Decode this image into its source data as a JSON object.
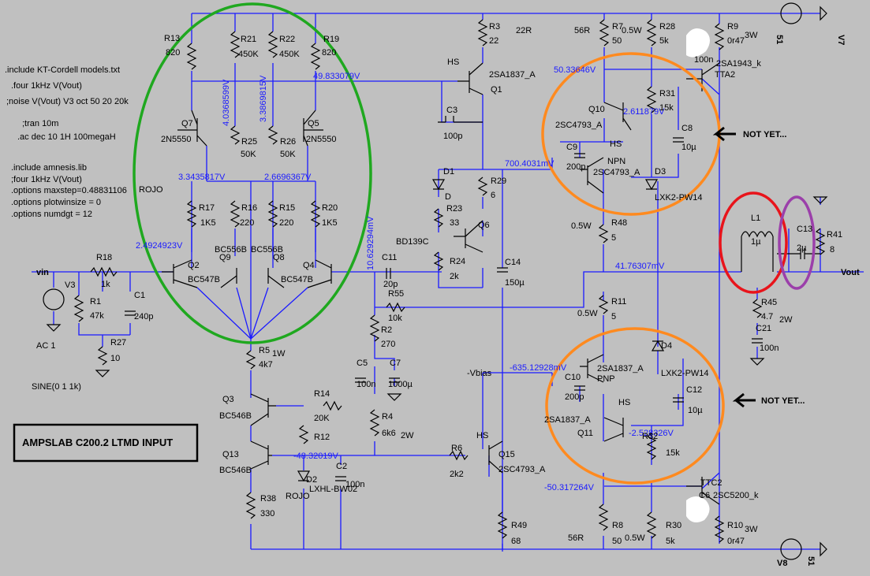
{
  "title_box": "AMPSLAB C200.2 LTMD INPUT",
  "directives": [
    ".include KT-Cordell models.txt",
    ".four 1kHz V(Vout)",
    ";noise V(Vout) V3 oct 50 20 20k",
    ";tran 10m",
    ".ac dec 10 1H 100megaH",
    ".include amnesis.lib",
    ";four 1kHz V(Vout)",
    ".options maxstep=0.48831106",
    ".options plotwinsize = 0",
    ".options numdgt = 12"
  ],
  "source_labels": {
    "vin": "vin",
    "v3": "V3",
    "ac": "AC 1",
    "sine": "SINE(0 1 1k)",
    "vbias": "-Vbias",
    "vout": "Vout",
    "v7": "V7",
    "v8": "V8",
    "v7_val": "51",
    "v8_val": "51"
  },
  "notes": {
    "not_yet_1": "NOT YET...",
    "not_yet_2": "NOT YET..."
  },
  "voltages": [
    "4.0368599V",
    "3.3869815V",
    "49.833079V",
    "3.3435817V",
    "2.6696367V",
    "2.4924923V",
    "10.629294mV",
    "700.4031mV",
    "50.33646V",
    "2.611879V",
    "41.76307mV",
    "-635.12928mV",
    "-2.528326V",
    "-48.32019V",
    "-50.317264V"
  ],
  "components": [
    {
      "ref": "R13",
      "val": "820"
    },
    {
      "ref": "R21",
      "val": "450K"
    },
    {
      "ref": "R22",
      "val": "450K"
    },
    {
      "ref": "R19",
      "val": "820"
    },
    {
      "ref": "Q7",
      "val": "2N5550"
    },
    {
      "ref": "Q5",
      "val": "2N5550"
    },
    {
      "ref": "R25",
      "val": "50K"
    },
    {
      "ref": "R26",
      "val": "50K"
    },
    {
      "ref": "R17",
      "val": "1K5"
    },
    {
      "ref": "R16",
      "val": "220"
    },
    {
      "ref": "R15",
      "val": "220"
    },
    {
      "ref": "R20",
      "val": "1K5"
    },
    {
      "ref": "Q2",
      "val": "BC547B"
    },
    {
      "ref": "Q9",
      "val": "BC556B"
    },
    {
      "ref": "Q8",
      "val": "BC556B"
    },
    {
      "ref": "Q4",
      "val": "BC547B"
    },
    {
      "ref": "R18",
      "val": "1k"
    },
    {
      "ref": "R1",
      "val": "47k"
    },
    {
      "ref": "C1",
      "val": "240p"
    },
    {
      "ref": "R27",
      "val": "10"
    },
    {
      "ref": "R5",
      "val": "4k7"
    },
    {
      "ref": "Q3",
      "val": "BC546B"
    },
    {
      "ref": "Q13",
      "val": "BC546B"
    },
    {
      "ref": "R14",
      "val": "20K"
    },
    {
      "ref": "R12",
      "val": "ROJO"
    },
    {
      "ref": "D2",
      "val": "LXHL-BW02"
    },
    {
      "ref": "C2",
      "val": "100n"
    },
    {
      "ref": "R38",
      "val": "330"
    },
    {
      "ref": "R3",
      "val": "22"
    },
    {
      "ref": "Q1",
      "val": "2SA1837_A"
    },
    {
      "ref": "C3",
      "val": "100p"
    },
    {
      "ref": "D1",
      "val": "D"
    },
    {
      "ref": "R23",
      "val": "33"
    },
    {
      "ref": "R24",
      "val": "2k"
    },
    {
      "ref": "R29",
      "val": "6"
    },
    {
      "ref": "Q6",
      "val": "BD139C"
    },
    {
      "ref": "C14",
      "val": "150µ"
    },
    {
      "ref": "C11",
      "val": "20p"
    },
    {
      "ref": "R55",
      "val": "10k"
    },
    {
      "ref": "R2",
      "val": "270"
    },
    {
      "ref": "C5",
      "val": "100n"
    },
    {
      "ref": "C7",
      "val": "1000µ"
    },
    {
      "ref": "R4",
      "val": "6k6"
    },
    {
      "ref": "R6",
      "val": "2k2"
    },
    {
      "ref": "Q15",
      "val": "2SC4793_A"
    },
    {
      "ref": "R49",
      "val": "68"
    },
    {
      "ref": "R7",
      "val": "50"
    },
    {
      "ref": "R28",
      "val": "5k"
    },
    {
      "ref": "R9",
      "val": "0r47"
    },
    {
      "ref": "Q10",
      "val": "2SC4793_A"
    },
    {
      "ref": "R31",
      "val": "15k"
    },
    {
      "ref": "C8",
      "val": "10µ"
    },
    {
      "ref": "C9",
      "val": "200p"
    },
    {
      "ref": "D3",
      "val": "LXK2-PW14"
    },
    {
      "ref": "R48",
      "val": "5"
    },
    {
      "ref": "R11",
      "val": "5"
    },
    {
      "ref": "L1",
      "val": "1µ"
    },
    {
      "ref": "C13",
      "val": "2µ"
    },
    {
      "ref": "R41",
      "val": "8"
    },
    {
      "ref": "R45",
      "val": "4.7"
    },
    {
      "ref": "C21",
      "val": "100n"
    },
    {
      "ref": "D4",
      "val": "LXK2-PW14"
    },
    {
      "ref": "C10",
      "val": "200p"
    },
    {
      "ref": "C12",
      "val": "10µ"
    },
    {
      "ref": "Q11",
      "val": "2SA1837_A"
    },
    {
      "ref": "R32",
      "val": "15k"
    },
    {
      "ref": "R8",
      "val": "50"
    },
    {
      "ref": "R30",
      "val": "5k"
    },
    {
      "ref": "R10",
      "val": "0r47"
    },
    {
      "ref": "C6",
      "val": "2SC5200_k"
    }
  ],
  "misc_labels": [
    "HS",
    "HS",
    "HS",
    "HS",
    "22R",
    "56R",
    "56R",
    "0.5W",
    "0.5W",
    "0.5W",
    "0.5W",
    "3W",
    "3W",
    "1W",
    "2W",
    "2W",
    "100n",
    "2SA1943_k",
    "TTA2",
    "TTC2",
    "NPN",
    "PNP",
    "2SC4793_A",
    "2SA1837_A",
    "ROJO"
  ],
  "colors": {
    "background": "#c0c0c0",
    "wire": "#1a1aff",
    "component": "#000000",
    "green_ellipse": "#1fa81f",
    "orange_ellipse": "#ff8a1f",
    "red_ellipse": "#e8141b",
    "purple_ellipse": "#9b3faa"
  }
}
